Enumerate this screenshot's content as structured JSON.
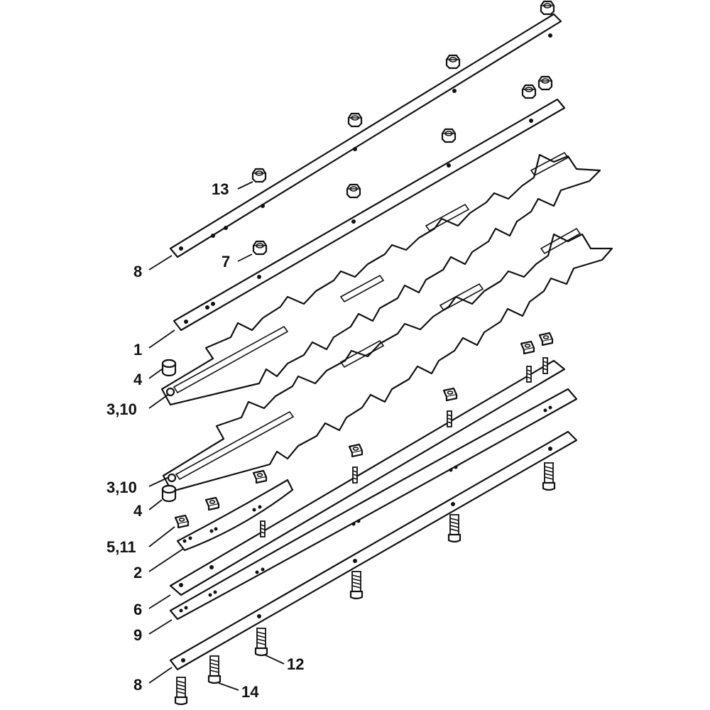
{
  "callouts": [
    {
      "id": "c13",
      "text": "13"
    },
    {
      "id": "c8a",
      "text": "8"
    },
    {
      "id": "c7",
      "text": "7"
    },
    {
      "id": "c1",
      "text": "1"
    },
    {
      "id": "c4a",
      "text": "4"
    },
    {
      "id": "c310a",
      "text": "3,10"
    },
    {
      "id": "c310b",
      "text": "3,10"
    },
    {
      "id": "c4b",
      "text": "4"
    },
    {
      "id": "c511",
      "text": "5,11"
    },
    {
      "id": "c2",
      "text": "2"
    },
    {
      "id": "c6",
      "text": "6"
    },
    {
      "id": "c9",
      "text": "9"
    },
    {
      "id": "c12",
      "text": "12"
    },
    {
      "id": "c8b",
      "text": "8"
    },
    {
      "id": "c14",
      "text": "14"
    }
  ]
}
